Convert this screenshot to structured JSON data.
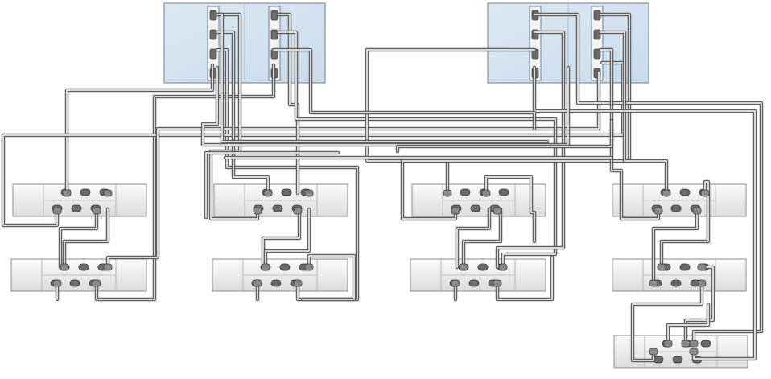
{
  "diagram": {
    "type": "cabling-diagram",
    "colors": {
      "background": "#ffffff",
      "controller_fill": "#c9dcec",
      "controller_stroke": "#6f7f90",
      "shelf_fill": "#eeeeee",
      "shelf_stroke": "#8c8c8c",
      "cable_outer": "#5f5f5f",
      "cable_inner": "#d8d8d8",
      "port_fill": "#6a6a6a"
    },
    "controllers": [
      {
        "id": "controller-1",
        "hba_cards": 2,
        "ports_per_card": 4
      },
      {
        "id": "controller-2",
        "hba_cards": 2,
        "ports_per_card": 4
      }
    ],
    "chains": [
      {
        "id": "chain-1",
        "shelves": 2
      },
      {
        "id": "chain-2",
        "shelves": 2
      },
      {
        "id": "chain-3",
        "shelves": 2
      },
      {
        "id": "chain-4",
        "shelves": 3
      }
    ],
    "labels": []
  }
}
